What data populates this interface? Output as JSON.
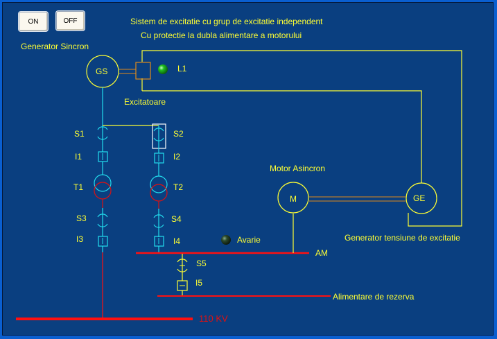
{
  "buttons": {
    "on": "ON",
    "off": "OFF"
  },
  "title": {
    "line1": "Sistem de excitatie  cu grup de excitatie independent",
    "line2": "Cu protectie la dubla alimentare a motorului"
  },
  "labels": {
    "generator_sincron": "Generator Sincron",
    "gs": "GS",
    "l1": "L1",
    "excitatoare": "Excitatoare",
    "s1": "S1",
    "s2": "S2",
    "s3": "S3",
    "s4": "S4",
    "s5": "S5",
    "i1": "I1",
    "i2": "I2",
    "i3": "I3",
    "i4": "I4",
    "i5": "I5",
    "t1": "T1",
    "t2": "T2",
    "motor_asincron": "Motor Asincron",
    "m": "M",
    "ge": "GE",
    "generator_tensiune": "Generator tensiune de excitatie",
    "avarie": "Avarie",
    "am": "AM",
    "alimentare_rezerva": "Alimentare de rezerva",
    "bus_110kv": "110 KV"
  },
  "indicators": {
    "l1": {
      "state": "on",
      "color": "#1fae1f"
    },
    "avarie": {
      "state": "off",
      "color": "#1b3b1b"
    }
  },
  "colors": {
    "background": "#0a3f80",
    "text": "#ffff33",
    "line_yellow": "#ffff33",
    "line_cyan": "#22ddee",
    "line_red": "#ff1010",
    "line_orange": "#e08a1a",
    "bus_label": "#e01010"
  }
}
